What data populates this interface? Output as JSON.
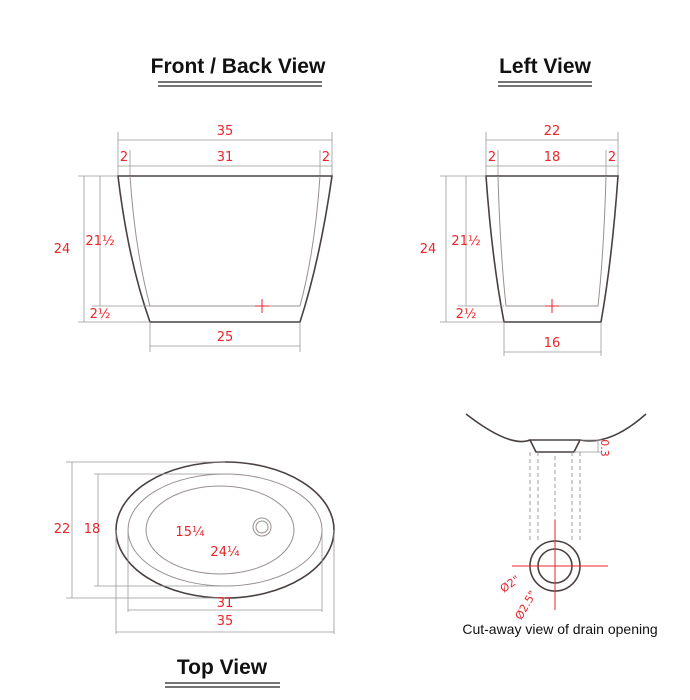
{
  "views": {
    "front_back": {
      "title": "Front / Back View",
      "dims": {
        "overall_width": "35",
        "inner_width": "31",
        "rim_left": "2",
        "rim_right": "2",
        "height": "24",
        "inner_height": "21½",
        "base": "2½",
        "bottom_width": "25"
      }
    },
    "left": {
      "title": "Left View",
      "dims": {
        "overall_width": "22",
        "inner_width": "18",
        "rim_left": "2",
        "rim_right": "2",
        "height": "24",
        "inner_height": "21½",
        "base": "2½",
        "bottom_width": "16"
      }
    },
    "top": {
      "title": "Top View",
      "dims": {
        "outer_depth": "22",
        "inner_depth": "18",
        "basin_depth": "15¼",
        "basin_length": "24¼",
        "inner_length": "31",
        "outer_length": "35"
      }
    },
    "drain": {
      "caption": "Cut-away view of drain opening",
      "dims": {
        "depth": "0.3",
        "inner_dia": "Ø2\"",
        "outer_dia": "Ø2.5\""
      }
    }
  }
}
